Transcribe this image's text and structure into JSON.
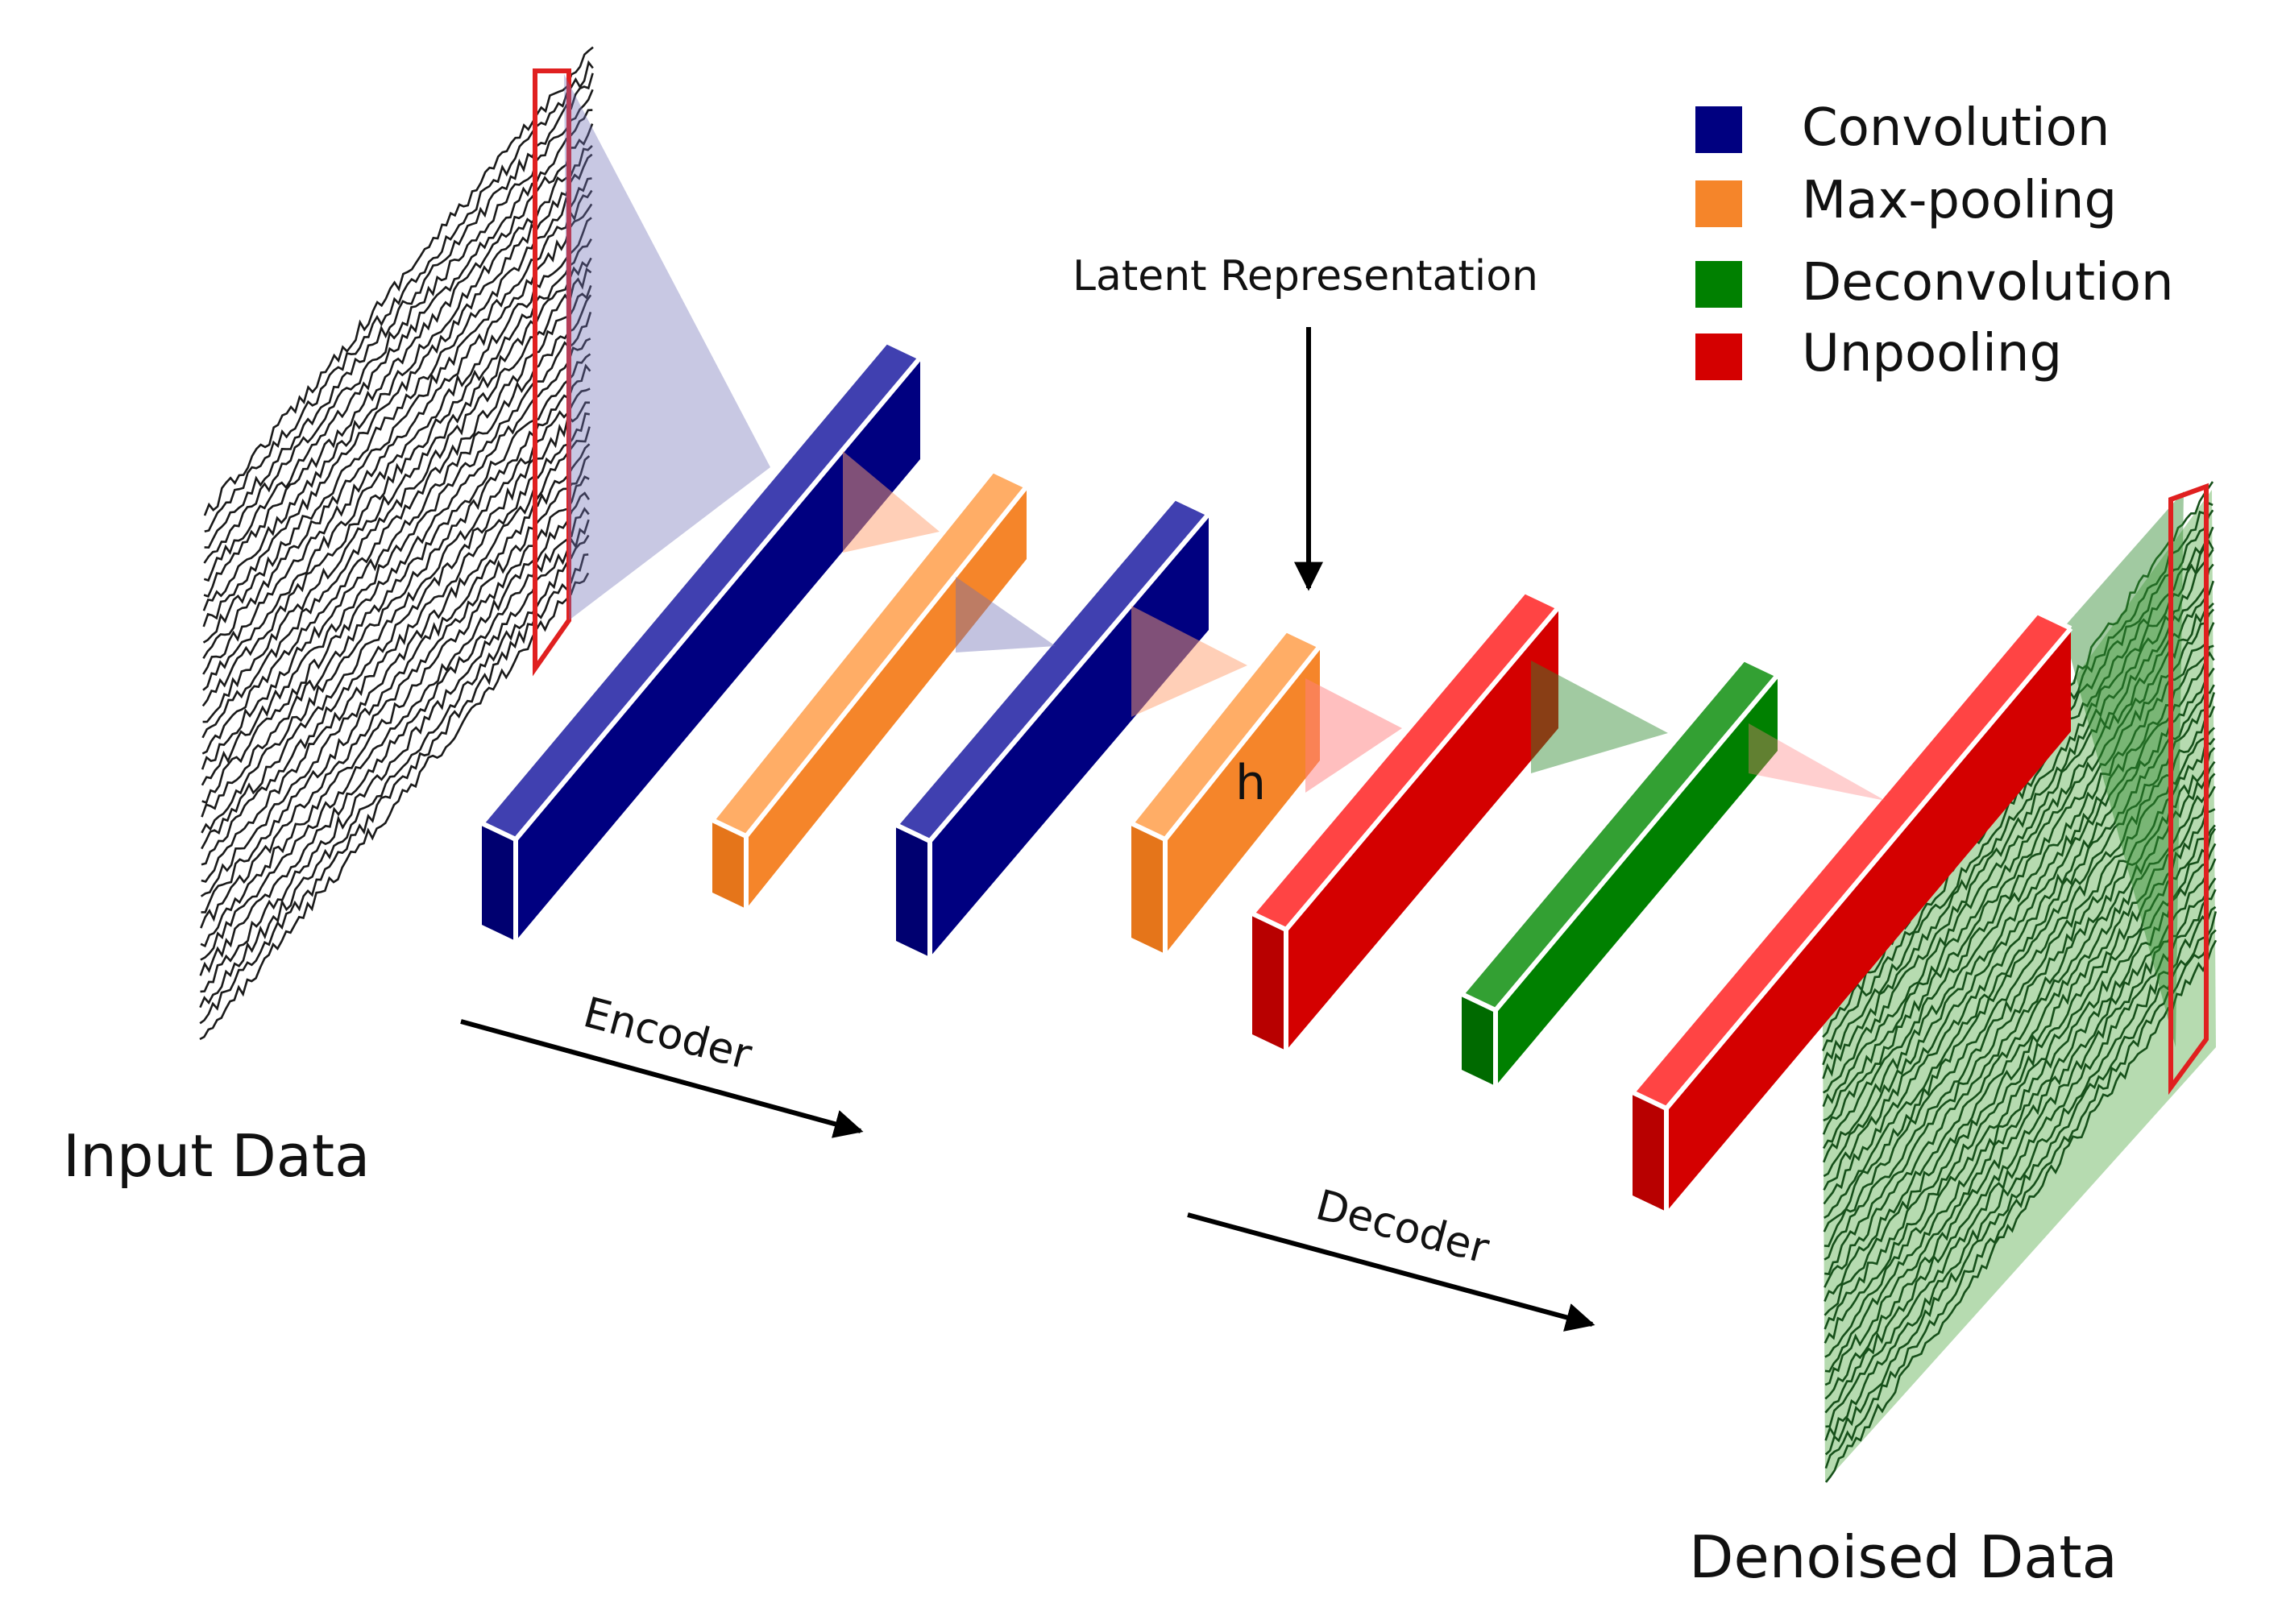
{
  "legend": {
    "items": [
      {
        "label": "Convolution",
        "color": "#000080"
      },
      {
        "label": "Max-pooling",
        "color": "#F5852A"
      },
      {
        "label": "Deconvolution",
        "color": "#008000"
      },
      {
        "label": "Unpooling",
        "color": "#D40000"
      }
    ]
  },
  "labels": {
    "input": "Input Data",
    "output": "Denoised Data",
    "encoder": "Encoder",
    "decoder": "Decoder",
    "latent": "Latent Representation",
    "h": "h"
  },
  "colors": {
    "convolution": "#000080",
    "maxpooling": "#F5852A",
    "deconvolution": "#008000",
    "unpooling": "#D40000",
    "output_tint": "#a9d5a2",
    "highlight": "#e02020"
  }
}
